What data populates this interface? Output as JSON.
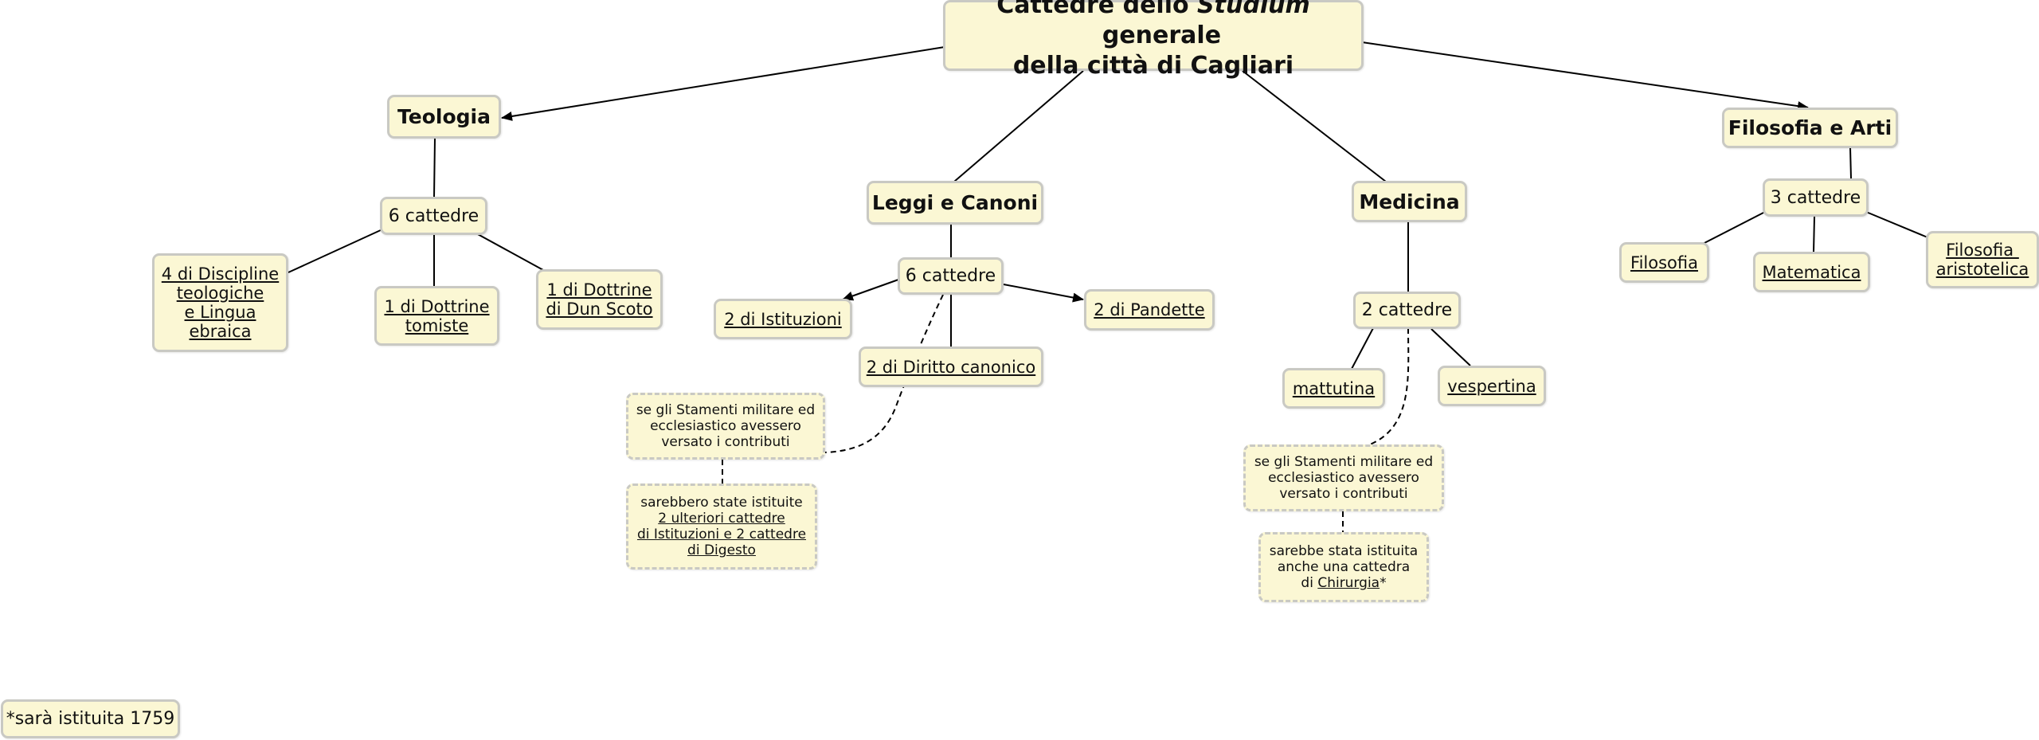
{
  "title": {
    "line1_pre": "Cattedre dello ",
    "line1_italic": "Studium",
    "line1_post": "  generale",
    "line2": "della città di Cagliari"
  },
  "teologia": {
    "label": "Teologia",
    "count": "6 cattedre",
    "items": [
      [
        "4 di Discipline",
        "teologiche",
        "e Lingua",
        "ebraica"
      ],
      [
        "1 di Dottrine",
        "tomiste"
      ],
      [
        "1 di Dottrine",
        "di Dun Scoto"
      ]
    ]
  },
  "leggi": {
    "label": "Leggi e Canoni",
    "count": "6 cattedre",
    "istituzioni": "2 di Istituzioni",
    "pandette": "2 di Pandette",
    "diritto": "2 di Diritto canonico",
    "condition": [
      "se gli Stamenti militare ed",
      "ecclesiastico avessero",
      "versato i contributi"
    ],
    "consequence": {
      "line1": "sarebbero state istituite",
      "line2": "2 ulteriori cattedre",
      "line3": "di Istituzioni e 2 cattedre",
      "line4": "di Digesto"
    }
  },
  "medicina": {
    "label": "Medicina",
    "count": "2 cattedre",
    "mattutina": "mattutina",
    "vespertina": "vespertina",
    "condition": [
      "se gli Stamenti militare ed",
      "ecclesiastico avessero",
      "versato i contributi"
    ],
    "consequence": {
      "line1": "sarebbe stata istituita",
      "line2": "anche una cattedra",
      "line3_pre": "di ",
      "line3_link": "Chirurgia",
      "line3_post": "*"
    }
  },
  "filosofia": {
    "label": "Filosofia e Arti",
    "count": "3 cattedre",
    "items": [
      [
        "Filosofia"
      ],
      [
        "Matematica"
      ],
      [
        "Filosofia ",
        "aristotelica"
      ]
    ]
  },
  "footnote": "*sarà istituita 1759"
}
